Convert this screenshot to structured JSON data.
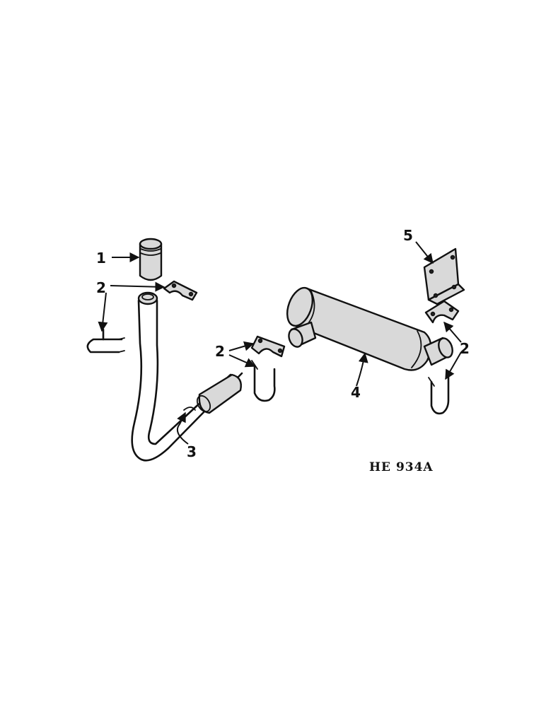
{
  "callouts": {
    "c1": "1",
    "c2a": "2",
    "c2b": "2",
    "c2c": "2",
    "c3": "3",
    "c4": "4",
    "c5": "5"
  },
  "figure_code": "HE 934A"
}
